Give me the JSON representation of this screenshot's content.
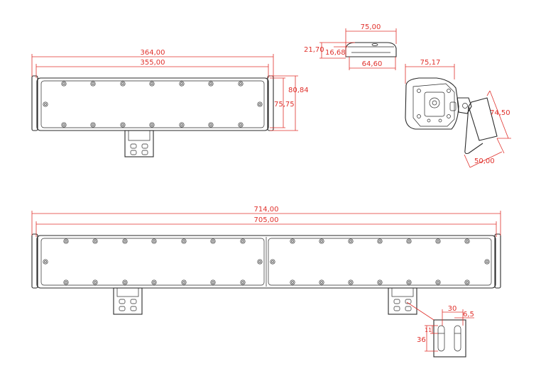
{
  "dimensions": {
    "short_bar": {
      "overall_width": "364,00",
      "lens_width": "355,00",
      "overall_height": "80,84",
      "lens_height": "75,75"
    },
    "top_view": {
      "width": "75,00",
      "height": "21,70",
      "inner_height": "16,68",
      "lens_width": "64,60"
    },
    "side_view": {
      "width": "75,17",
      "bracket_height": "74,50",
      "bracket_depth": "50,00"
    },
    "long_bar": {
      "overall_width": "714,00",
      "lens_width": "705,00"
    },
    "bracket_detail": {
      "width": "30",
      "slot_width": "6,5",
      "slot_pitch": "11",
      "height": "36"
    }
  },
  "colors": {
    "outline": "#2a2a2a",
    "dimension": "#e0302b"
  }
}
